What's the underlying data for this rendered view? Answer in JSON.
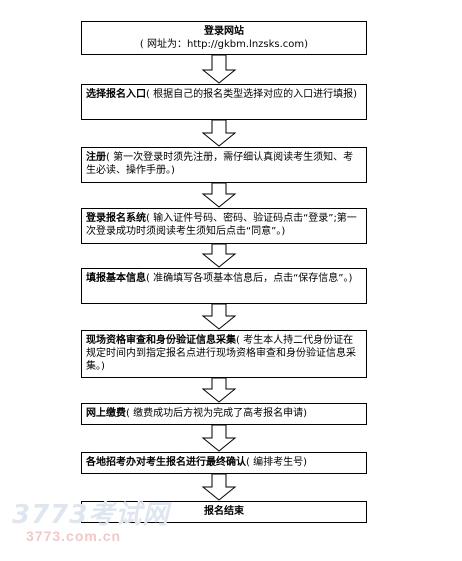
{
  "steps": [
    {
      "title": "登录网站",
      "desc": "( 网址为：http://gkbm.lnzsks.com)"
    },
    {
      "title": "选择报名入口",
      "desc": "( 根据自己的报名类型选择对应的入口进行填报)"
    },
    {
      "title": "注册",
      "desc": "( 第一次登录时须先注册，需仔细认真阅读考生须知、考生必读、操作手册。)"
    },
    {
      "title": "登录报名系统",
      "desc": "( 输入证件号码、密码、验证码点击“登录”;第一次登录成功时须阅读考生须知后点击“同意”。)"
    },
    {
      "title": "填报基本信息",
      "desc": "( 准确填写各项基本信息后，点击“保存信息”。)"
    },
    {
      "title": "现场资格审查和身份验证信息采集",
      "desc": "( 考生本人持二代身份证在规定时间内到指定报名点进行现场资格审查和身份验证信息采集。)"
    },
    {
      "title": "网上缴费",
      "desc": "( 缴费成功后方视为完成了高考报名申请)"
    },
    {
      "title": "各地招考办对考生报名进行最终确认",
      "desc": "( 编排考生号)"
    },
    {
      "title": "报名结束",
      "desc": ""
    }
  ],
  "watermark": {
    "logo": "3773考试网",
    "url": "3773.com.cn"
  }
}
